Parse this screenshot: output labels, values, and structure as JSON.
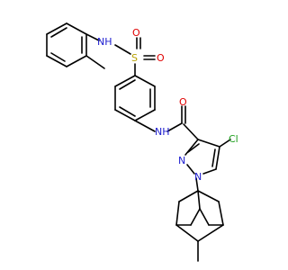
{
  "atoms": {
    "nh_sulfonamide": {
      "text": "NH",
      "color": "#2020d0"
    },
    "sulfur": {
      "text": "S",
      "color": "#b8a000"
    },
    "o_top": {
      "text": "O",
      "color": "#e00000"
    },
    "o_bottom": {
      "text": "O",
      "color": "#e00000"
    },
    "nh_amide": {
      "text": "NH",
      "color": "#2020d0"
    },
    "o_carbonyl": {
      "text": "O",
      "color": "#e00000"
    },
    "cl": {
      "text": "Cl",
      "color": "#20a020"
    },
    "n_pyrazole_2": {
      "text": "N",
      "color": "#2020d0"
    },
    "n_pyrazole_1": {
      "text": "N",
      "color": "#2020d0"
    }
  }
}
